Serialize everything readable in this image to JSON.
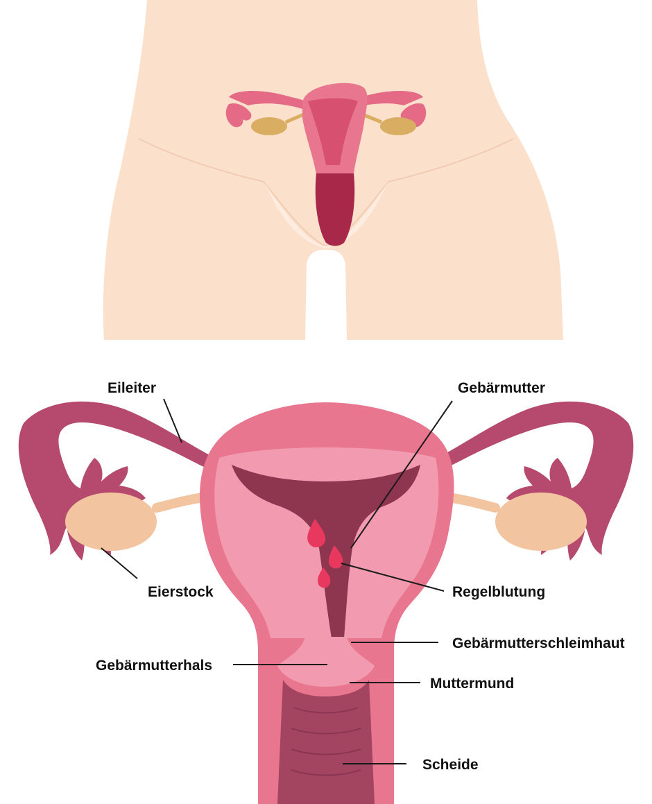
{
  "labels": {
    "eileiter": "Eileiter",
    "gebaermutter": "Gebärmutter",
    "eierstock": "Eierstock",
    "regelblutung": "Regelblutung",
    "schleimhaut": "Gebärmutterschleimhaut",
    "gebaermutterhals": "Gebärmutterhals",
    "muttermund": "Muttermund",
    "scheide": "Scheide"
  },
  "colors": {
    "skin": "#fbe1cc",
    "skin_light": "#fdece0",
    "uterus_wall": "#e9768f",
    "uterus_light": "#f29bb0",
    "cavity": "#8e3550",
    "tube": "#b54a6e",
    "tube_dark": "#8f3556",
    "ovary": "#f2c5a0",
    "ovary_small": "#d9ad62",
    "blood": "#e8385e",
    "vagina": "#a34460"
  },
  "icons": [
    "female-torso-illustration",
    "uterus-anatomy-illustration",
    "blood-drop-icon"
  ]
}
